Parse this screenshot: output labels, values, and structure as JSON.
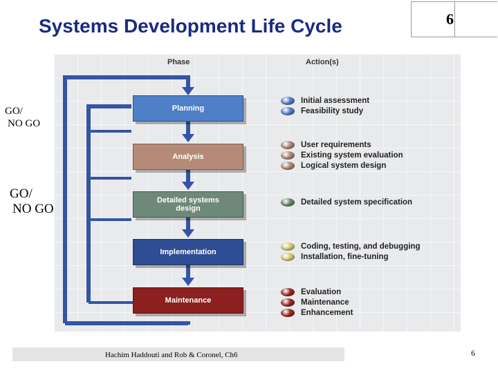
{
  "title": "Systems Development Life Cycle",
  "slide_number": "6",
  "headers": {
    "phase": "Phase",
    "actions": "Action(s)"
  },
  "phases": [
    {
      "label": "Planning",
      "color": "#4f7fc7",
      "actions": [
        {
          "label": "Initial assessment",
          "color": "#5a7fc8"
        },
        {
          "label": "Feasibility study",
          "color": "#5a7fc8"
        }
      ]
    },
    {
      "label": "Analysis",
      "color": "#b58b78",
      "actions": [
        {
          "label": "User requirements",
          "color": "#b08b7a"
        },
        {
          "label": "Existing system evaluation",
          "color": "#b08b7a"
        },
        {
          "label": "Logical system design",
          "color": "#b08b7a"
        }
      ]
    },
    {
      "label": "Detailed systems design",
      "color": "#6f8978",
      "actions": [
        {
          "label": "Detailed system specification",
          "color": "#6a8a6c"
        }
      ]
    },
    {
      "label": "Implementation",
      "color": "#2f4d93",
      "actions": [
        {
          "label": "Coding, testing, and debugging",
          "color": "#d8cc78"
        },
        {
          "label": "Installation, fine-tuning",
          "color": "#d8cc78"
        }
      ]
    },
    {
      "label": "Maintenance",
      "color": "#8c1f1f",
      "actions": [
        {
          "label": "Evaluation",
          "color": "#9a2a24"
        },
        {
          "label": "Maintenance",
          "color": "#9a2a24"
        },
        {
          "label": "Enhancement",
          "color": "#9a2a24"
        }
      ]
    }
  ],
  "gonogo": [
    {
      "line1": "GO/",
      "line2": "NO GO"
    },
    {
      "line1": "GO/",
      "line2": "NO GO"
    }
  ],
  "footer": "Hachim Haddouti and Rob & Coronel, Ch6",
  "page_number": "6",
  "colors": {
    "title": "#1a2a80",
    "loop_line": "#3454a4"
  }
}
